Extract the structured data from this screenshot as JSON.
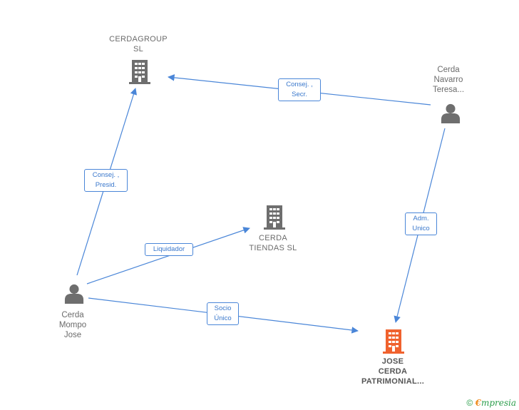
{
  "nodes": {
    "cerdagroup": {
      "label": "CERDAGROUP\nSL",
      "icon": "building-icon",
      "color": "#6e6e6e"
    },
    "cerda_navarro": {
      "label": "Cerda\nNavarro\nTeresa...",
      "icon": "person-icon",
      "color": "#6e6e6e"
    },
    "cerda_tiendas": {
      "label": "CERDA\nTIENDAS SL",
      "icon": "building-icon",
      "color": "#6e6e6e"
    },
    "cerda_mompo": {
      "label": "Cerda\nMompo\nJose",
      "icon": "person-icon",
      "color": "#6e6e6e"
    },
    "jose_cerda": {
      "label": "JOSE\nCERDA\nPATRIMONIAL...",
      "icon": "building-icon",
      "color": "#f0622e"
    }
  },
  "edges": {
    "navarro_to_cerdagroup": "Consej. ,\nSecr.",
    "mompo_to_cerdagroup": "Consej. ,\nPresid.",
    "navarro_to_jose": "Adm.\nUnico",
    "mompo_to_tiendas": "Liquidador",
    "mompo_to_jose": "Socio\nÚnico"
  },
  "colors": {
    "edge": "#4a86d8",
    "icon": "#6e6e6e",
    "highlight": "#f0622e"
  },
  "footer": {
    "copyright": "©",
    "brand_initial": "€",
    "brand_rest": "mpresia"
  }
}
